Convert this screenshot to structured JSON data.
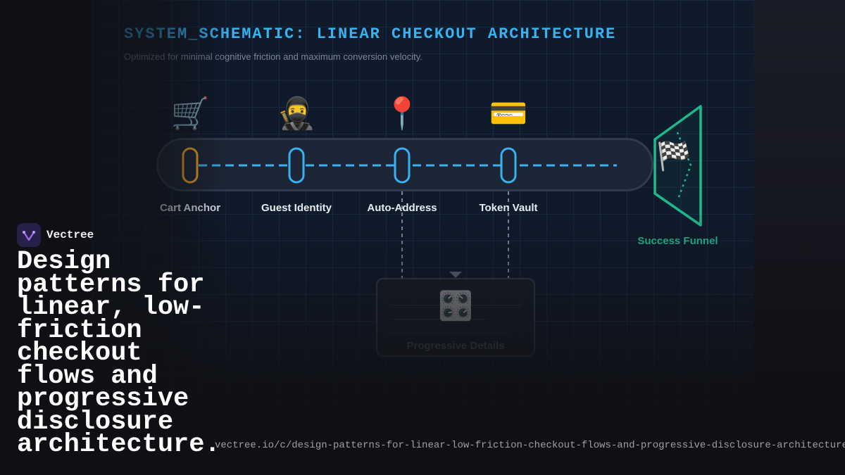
{
  "diagram": {
    "title": "SYSTEM_SCHEMATIC: LINEAR CHECKOUT ARCHITECTURE",
    "subtitle": "Optimized for minimal cognitive friction and maximum conversion velocity.",
    "nodes": [
      {
        "label": "Cart Anchor",
        "icon": "🛒",
        "icon_name": "cart-icon",
        "color": "#f0a020"
      },
      {
        "label": "Guest Identity",
        "icon": "🥷",
        "icon_name": "ninja-icon",
        "color": "#38b2f0"
      },
      {
        "label": "Auto-Address",
        "icon": "📍",
        "icon_name": "pin-icon",
        "color": "#38b2f0"
      },
      {
        "label": "Token Vault",
        "icon": "💳",
        "icon_name": "credit-card-icon",
        "color": "#38b2f0"
      }
    ],
    "funnel": {
      "label": "Success Funnel",
      "icon": "🏁",
      "icon_name": "checkered-flag-icon",
      "color": "#1db98a"
    },
    "details": {
      "label": "Progressive Details",
      "icon": "🎛️",
      "icon_name": "control-knobs-icon"
    },
    "connector_color": "#38b2f0"
  },
  "brand": {
    "name": "Vectree"
  },
  "headline": "Design patterns for linear, low-friction checkout flows and progressive disclosure architecture.",
  "url": "vectree.io/c/design-patterns-for-linear-low-friction-checkout-flows-and-progressive-disclosure-architecture"
}
